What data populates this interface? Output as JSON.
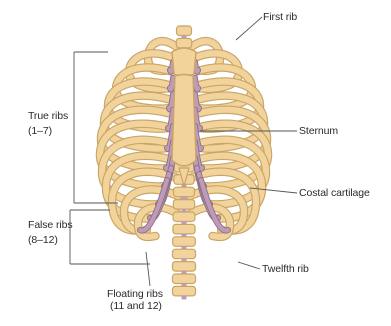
{
  "labels": {
    "first_rib": "First rib",
    "true_ribs_title": "True ribs",
    "true_ribs_range": "(1–7)",
    "sternum": "Sternum",
    "costal_cartilage": "Costal cartilage",
    "false_ribs_title": "False ribs",
    "false_ribs_range": "(8–12)",
    "twelfth_rib": "Twelfth rib",
    "floating_ribs_title": "Floating ribs",
    "floating_ribs_range": "(11 and 12)"
  },
  "colors": {
    "bone": "#f2d39b",
    "bone_edge": "#c9a566",
    "cartilage": "#bf9bb7",
    "cartilage_edge": "#8a6f86",
    "leader_line": "#555555"
  }
}
